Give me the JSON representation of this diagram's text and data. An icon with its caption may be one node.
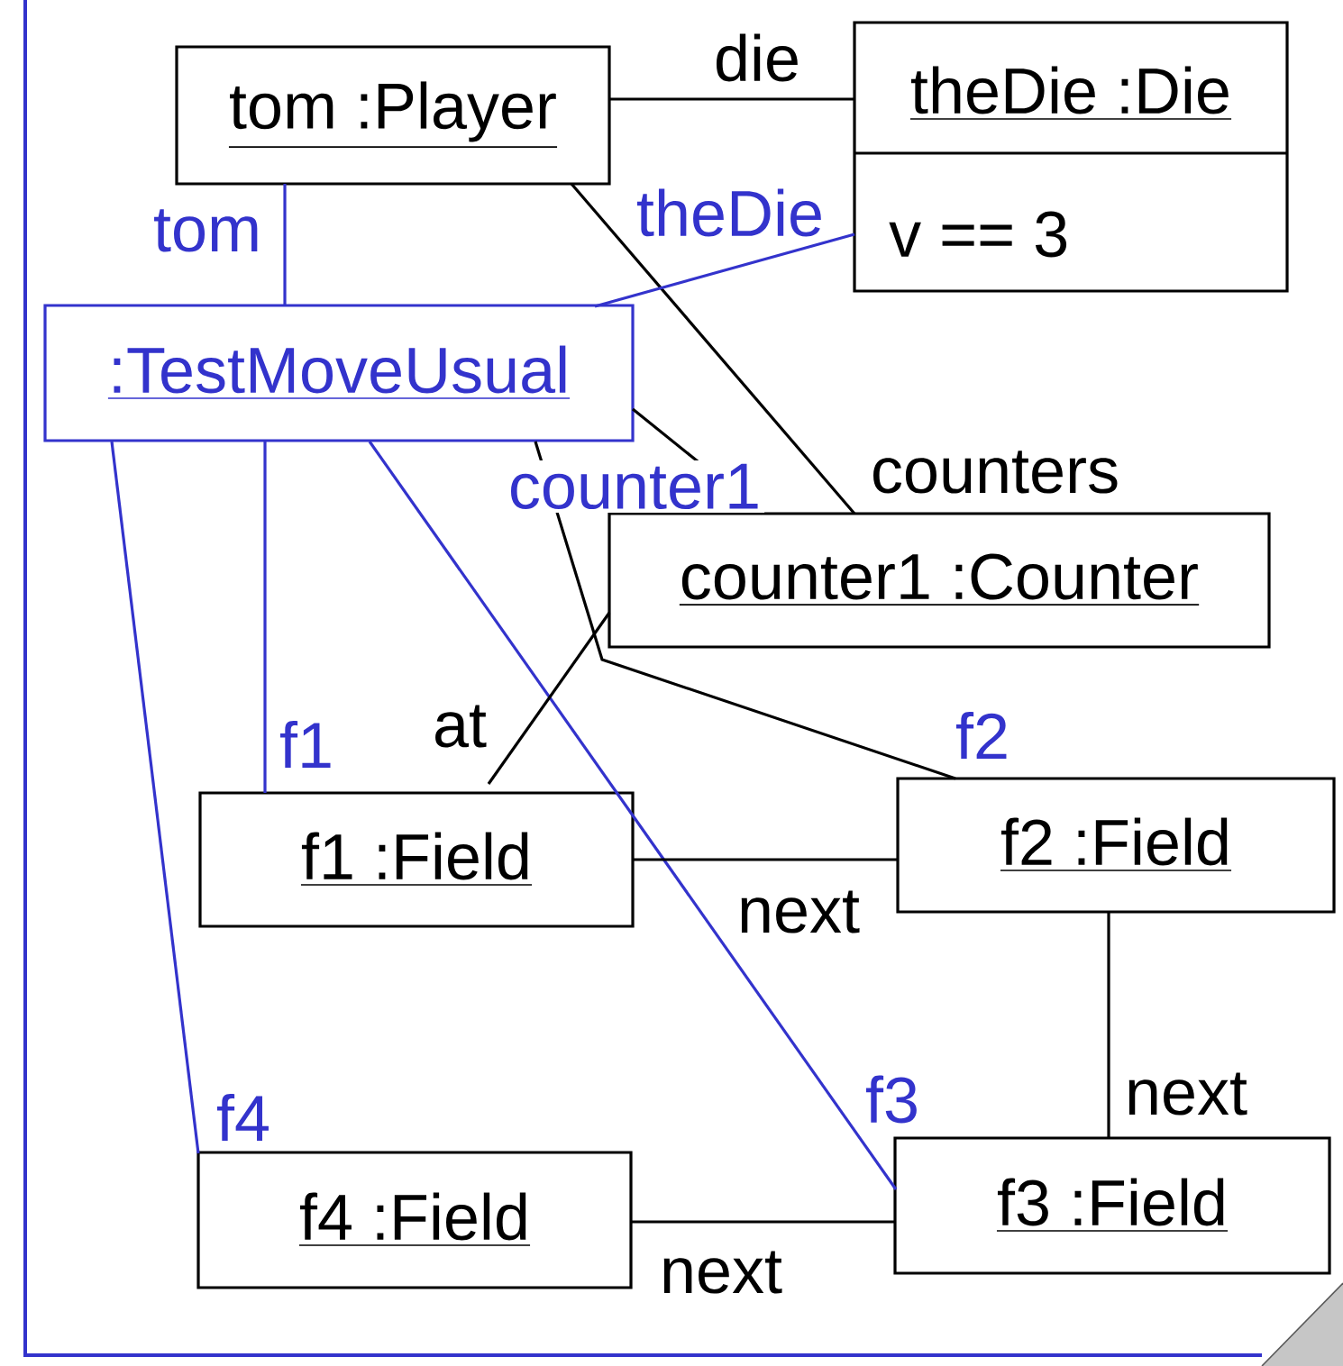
{
  "diagram": {
    "nodes": [
      {
        "text": [
          "tom :Player"
        ]
      },
      {
        "text": [
          "theDie :Die",
          "v == 3"
        ]
      },
      {
        "text": [
          ":TestMoveUsual"
        ]
      },
      {
        "text": [
          "counter1 :Counter"
        ]
      },
      {
        "text": [
          "f1 :Field"
        ]
      },
      {
        "text": [
          "f2 :Field"
        ]
      },
      {
        "text": [
          "f3 :Field"
        ]
      },
      {
        "text": [
          "f4 :Field"
        ]
      }
    ],
    "edges": [
      {
        "from": 0,
        "to": 1,
        "arrow": "none",
        "label": "die"
      },
      {
        "from": 0,
        "to": 3,
        "arrow": "none",
        "label": "counters"
      },
      {
        "from": 2,
        "to": 0,
        "arrow": "none",
        "label": "tom",
        "color": "#3333cc"
      },
      {
        "from": 2,
        "to": 1,
        "arrow": "none",
        "label": "theDie",
        "color": "#3333cc"
      },
      {
        "from": 2,
        "to": 3,
        "arrow": "none",
        "label": "counter1"
      },
      {
        "from": 2,
        "to": 5,
        "arrow": "none",
        "label": "f2"
      },
      {
        "from": 2,
        "to": 4,
        "arrow": "none",
        "label": "f1",
        "color": "#3333cc"
      },
      {
        "from": 2,
        "to": 6,
        "arrow": "none",
        "label": "f3",
        "color": "#3333cc"
      },
      {
        "from": 2,
        "to": 7,
        "arrow": "none",
        "label": "f4",
        "color": "#3333cc"
      },
      {
        "from": 3,
        "to": 4,
        "arrow": "none",
        "label": "at"
      },
      {
        "from": 4,
        "to": 5,
        "arrow": "none",
        "label": "next"
      },
      {
        "from": 5,
        "to": 6,
        "arrow": "none",
        "label": "next"
      },
      {
        "from": 7,
        "to": 6,
        "arrow": "none",
        "label": "next"
      }
    ]
  }
}
